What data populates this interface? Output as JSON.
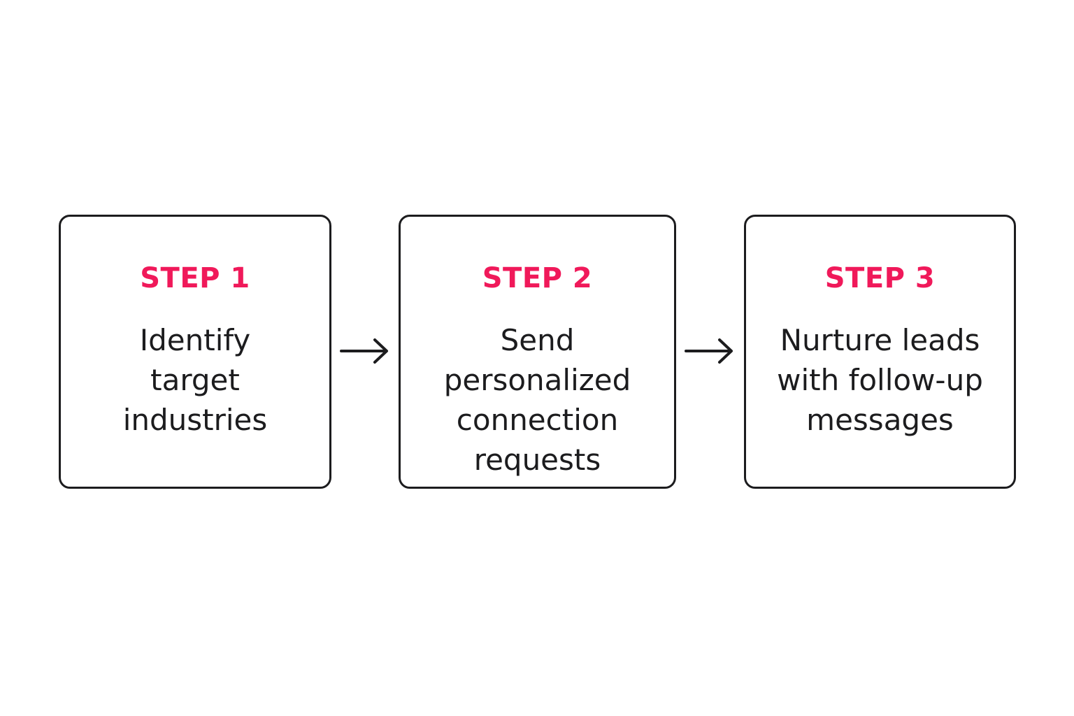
{
  "accent_color": "#f0195a",
  "text_color": "#1c1c1e",
  "steps": [
    {
      "label": "STEP 1",
      "lines": [
        "Identify",
        "target",
        "industries"
      ]
    },
    {
      "label": "STEP 2",
      "lines": [
        "Send",
        "personalized",
        "connection",
        "requests"
      ]
    },
    {
      "label": "STEP 3",
      "lines": [
        "Nurture leads",
        "with follow-up",
        "messages"
      ]
    }
  ],
  "connectors": [
    {
      "from": "STEP 1",
      "to": "STEP 2",
      "icon": "arrow-right-icon"
    },
    {
      "from": "STEP 2",
      "to": "STEP 3",
      "icon": "arrow-right-icon"
    }
  ]
}
